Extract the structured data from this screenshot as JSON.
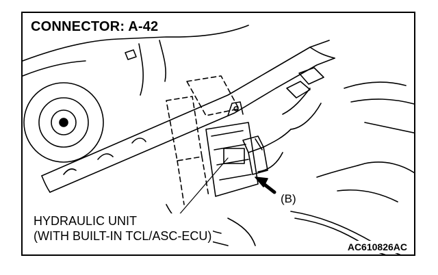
{
  "diagram": {
    "title": "CONNECTOR: A-42",
    "callout_b": "(B)",
    "component_label_line1": "HYDRAULIC UNIT",
    "component_label_line2": "(WITH BUILT-IN TCL/ASC-ECU)",
    "figure_code": "AC610826AC",
    "line_color": "#000000",
    "background_color": "#ffffff"
  }
}
